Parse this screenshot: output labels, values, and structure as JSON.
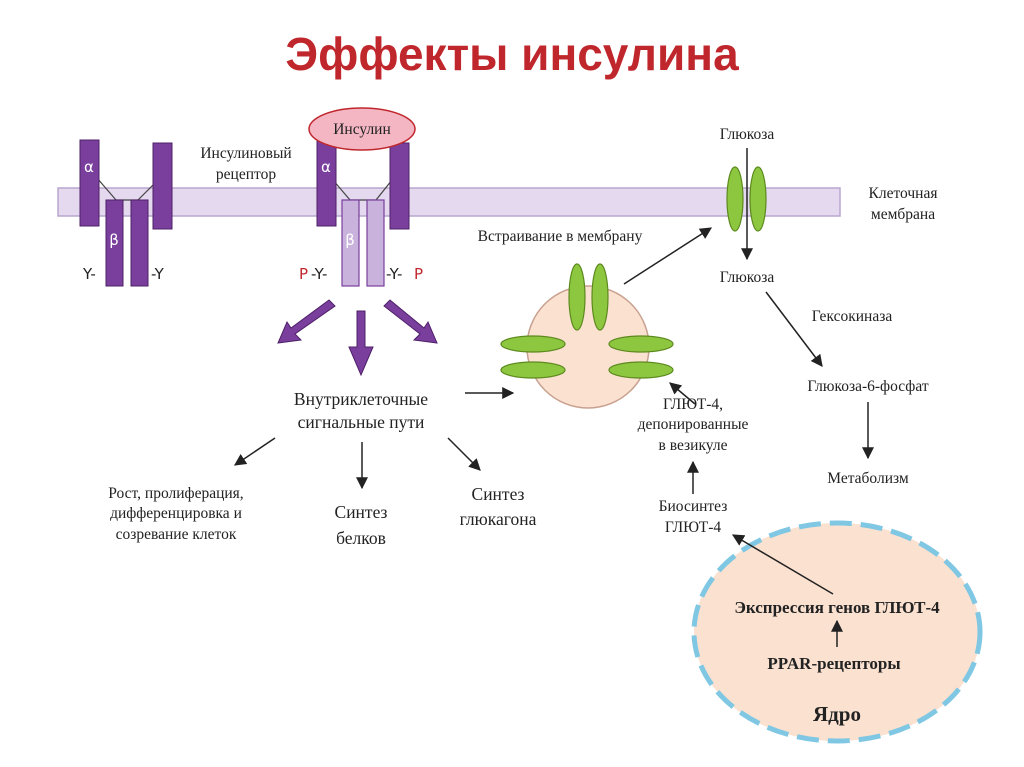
{
  "title": "Эффекты инсулина",
  "labels": {
    "insulin_receptor_1": "Инсулиновый",
    "insulin_receptor_2": "рецептор",
    "insulin": "Инсулин",
    "alpha": "α",
    "beta": "β",
    "tyr_left": "Y-",
    "tyr_right": "-Y",
    "phos_p": "P",
    "phos_y_left": "-Y-",
    "phos_y_right": "-Y-",
    "glucose_top": "Глюкоза",
    "cell_membrane_1": "Клеточная",
    "cell_membrane_2": "мембрана",
    "integration": "Встраивание в мембрану",
    "glucose_inside": "Глюкоза",
    "hexokinase": "Гексокиназа",
    "g6p": "Глюкоза-6-фосфат",
    "metabolism": "Метаболизм",
    "pathways_1": "Внутриклеточные",
    "pathways_2": "сигнальные пути",
    "growth_1": "Рост, пролиферация,",
    "growth_2": "дифференцировка и",
    "growth_3": "созревание клеток",
    "protein_1": "Синтез",
    "protein_2": "белков",
    "glucagon_1": "Синтез",
    "glucagon_2": "глюкагона",
    "glut4_vesicle_1": "ГЛЮТ-4,",
    "glut4_vesicle_2": "депонированные",
    "glut4_vesicle_3": "в везикуле",
    "biosynthesis_1": "Биосинтез",
    "biosynthesis_2": "ГЛЮТ-4",
    "gene_expression": "Экспрессия генов ГЛЮТ-4",
    "ppar": "PPAR-рецепторы",
    "nucleus": "Ядро"
  },
  "colors": {
    "title": "#c0272d",
    "receptor": "#7a3f9d",
    "receptor_light": "#c9b3dc",
    "membrane": "#e4d9ef",
    "insulin_fill": "#f3b6c2",
    "glut": "#8dc63f",
    "vesicle": "#fbe1d0",
    "nucleus": "#fbe1d0",
    "nucleus_border": "#7fc7e3",
    "phosphate": "#c0272d"
  }
}
